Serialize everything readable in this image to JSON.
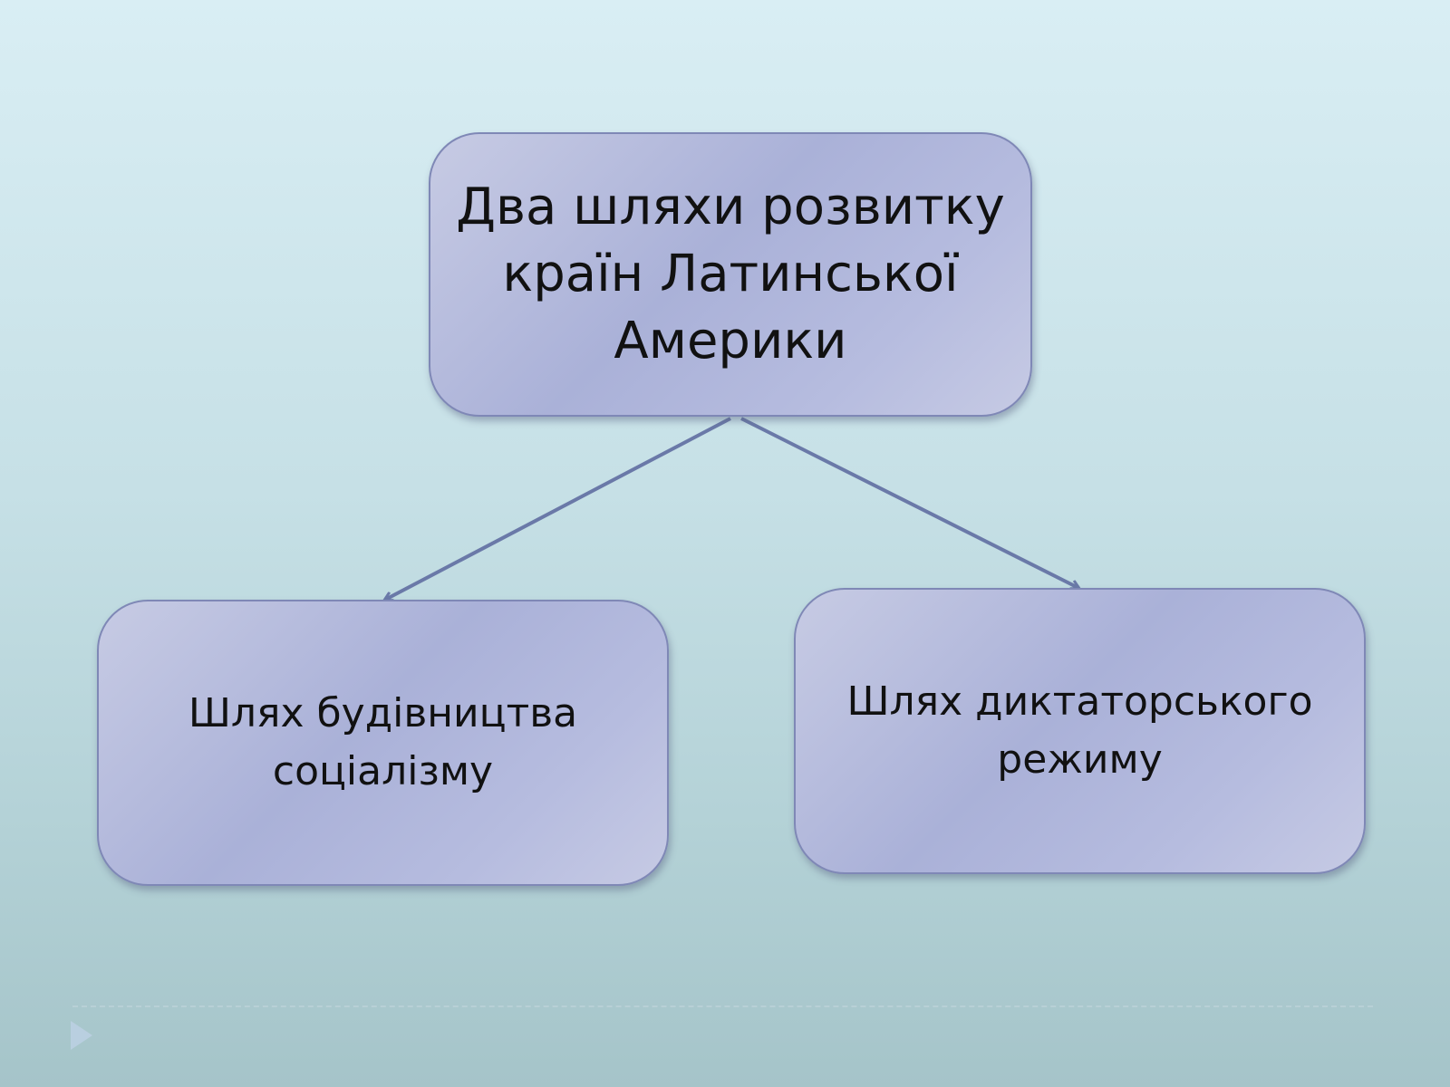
{
  "diagram": {
    "nodes": [
      {
        "id": "top",
        "text": "Два шляхи розвитку\nкраїн Латинської\nАмерики"
      },
      {
        "id": "left",
        "text": "Шлях будівництва\nсоціалізму"
      },
      {
        "id": "right",
        "text": "Шлях диктаторського\nрежиму"
      }
    ],
    "edges": [
      {
        "from": "top",
        "to": "left"
      },
      {
        "from": "top",
        "to": "right"
      }
    ]
  },
  "colors": {
    "node_border": "#7f88b6",
    "node_fill": "#aab1d8",
    "arrow": "#6a79a8",
    "background": "#c6e0e6"
  }
}
